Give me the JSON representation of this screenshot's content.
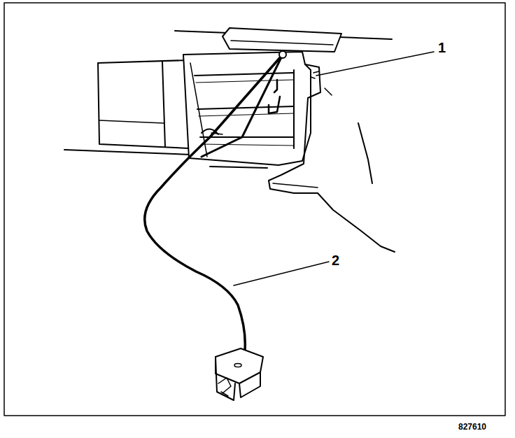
{
  "diagram": {
    "labels": [
      "1",
      "2",
      "827610"
    ]
  }
}
